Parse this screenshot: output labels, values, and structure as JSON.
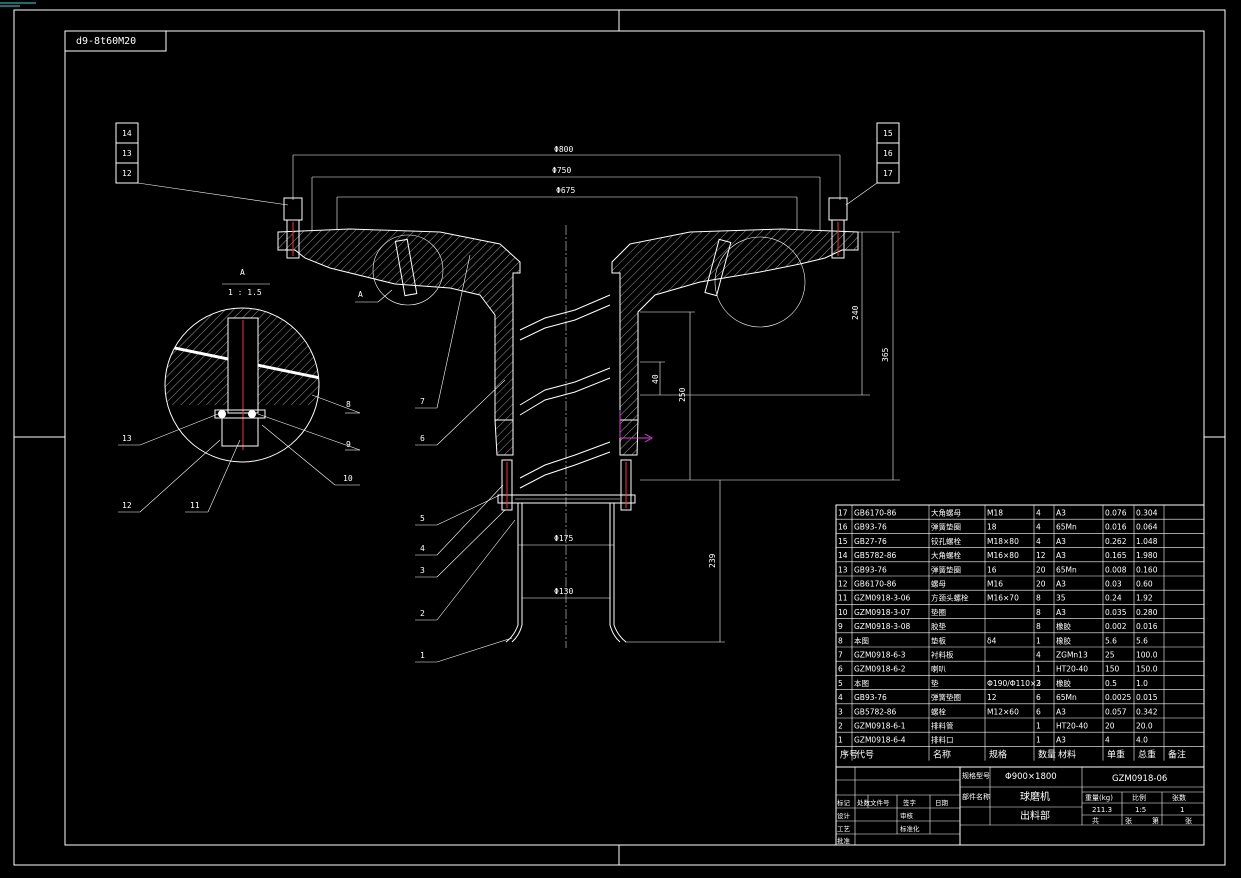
{
  "drawing": {
    "corner_code": "d9-8t60M20",
    "detail_title": "A",
    "detail_scale": "1 : 1.5",
    "section_mark": "A"
  },
  "dimensions": {
    "d800": "Φ800",
    "d750": "Φ750",
    "d675": "Φ675",
    "d175": "Φ175",
    "d130": "Φ130",
    "h240": "240",
    "h365": "365",
    "h40": "40",
    "h250": "250",
    "h239": "239"
  },
  "balloons": {
    "left_stack": [
      "14",
      "13",
      "12"
    ],
    "right_stack": [
      "15",
      "16",
      "17"
    ],
    "detail": [
      "8",
      "9",
      "10",
      "11",
      "12",
      "13"
    ],
    "main": [
      "7",
      "6",
      "5",
      "4",
      "3",
      "2",
      "1"
    ]
  },
  "bom": {
    "rows": [
      [
        "17",
        "GB6170-86",
        "大角螺母",
        "M18",
        "4",
        "A3",
        "0.076",
        "0.304",
        ""
      ],
      [
        "16",
        "GB93-76",
        "弹簧垫圈",
        "18",
        "4",
        "65Mn",
        "0.016",
        "0.064",
        ""
      ],
      [
        "15",
        "GB27-76",
        "铰孔螺栓",
        "M18×80",
        "4",
        "A3",
        "0.262",
        "1.048",
        ""
      ],
      [
        "14",
        "GB5782-86",
        "大角螺栓",
        "M16×80",
        "12",
        "A3",
        "0.165",
        "1.980",
        ""
      ],
      [
        "13",
        "GB93-76",
        "弹簧垫圈",
        "16",
        "20",
        "65Mn",
        "0.008",
        "0.160",
        ""
      ],
      [
        "12",
        "GB6170-86",
        "螺母",
        "M16",
        "20",
        "A3",
        "0.03",
        "0.60",
        ""
      ],
      [
        "11",
        "GZM0918-3-06",
        "方颈头螺栓",
        "M16×70",
        "8",
        "35",
        "0.24",
        "1.92",
        ""
      ],
      [
        "10",
        "GZM0918-3-07",
        "垫圈",
        "",
        "8",
        "A3",
        "0.035",
        "0.280",
        ""
      ],
      [
        "9",
        "GZM0918-3-08",
        "胶垫",
        "",
        "8",
        "橡胶",
        "0.002",
        "0.016",
        ""
      ],
      [
        "8",
        "本图",
        "垫板",
        "δ4",
        "1",
        "橡胶",
        "5.6",
        "5.6",
        ""
      ],
      [
        "7",
        "GZM0918-6-3",
        "衬料板",
        "",
        "4",
        "ZGMn13",
        "25",
        "100.0",
        ""
      ],
      [
        "6",
        "GZM0918-6-2",
        "喇叭",
        "",
        "1",
        "HT20-40",
        "150",
        "150.0",
        ""
      ],
      [
        "5",
        "本图",
        "垫",
        "Φ190/Φ110×3",
        "2",
        "橡胶",
        "0.5",
        "1.0",
        ""
      ],
      [
        "4",
        "GB93-76",
        "弹簧垫圈",
        "12",
        "6",
        "65Mn",
        "0.0025",
        "0.015",
        ""
      ],
      [
        "3",
        "GB5782-86",
        "螺栓",
        "M12×60",
        "6",
        "A3",
        "0.057",
        "0.342",
        ""
      ],
      [
        "2",
        "GZM0918-6-1",
        "排料管",
        "",
        "1",
        "HT20-40",
        "20",
        "20.0",
        ""
      ],
      [
        "1",
        "GZM0918-6-4",
        "排料口",
        "",
        "1",
        "A3",
        "4",
        "4.0",
        ""
      ]
    ],
    "header": [
      "序号",
      "代号",
      "名称",
      "规格",
      "数量",
      "材料",
      "单重",
      "总重",
      "备注"
    ]
  },
  "title_block": {
    "spec_label": "规格型号",
    "spec_value": "Φ900×1800",
    "drawing_no": "GZM0918-06",
    "part_label": "部件名称",
    "machine": "球磨机",
    "part_name": "出料部",
    "weight_label": "重量(kg)",
    "scale_label": "比例",
    "sheet_label": "张数",
    "weight_value": "211.3",
    "scale_value": "1:5",
    "sheet_value": "1",
    "sheet_of": [
      "共",
      "张",
      "第",
      "张"
    ],
    "revision_headers": [
      "标记",
      "处数",
      "文件号",
      "签字",
      "日期"
    ],
    "roles": [
      "设计",
      "审核",
      "工艺",
      "标准化",
      "批准"
    ]
  }
}
